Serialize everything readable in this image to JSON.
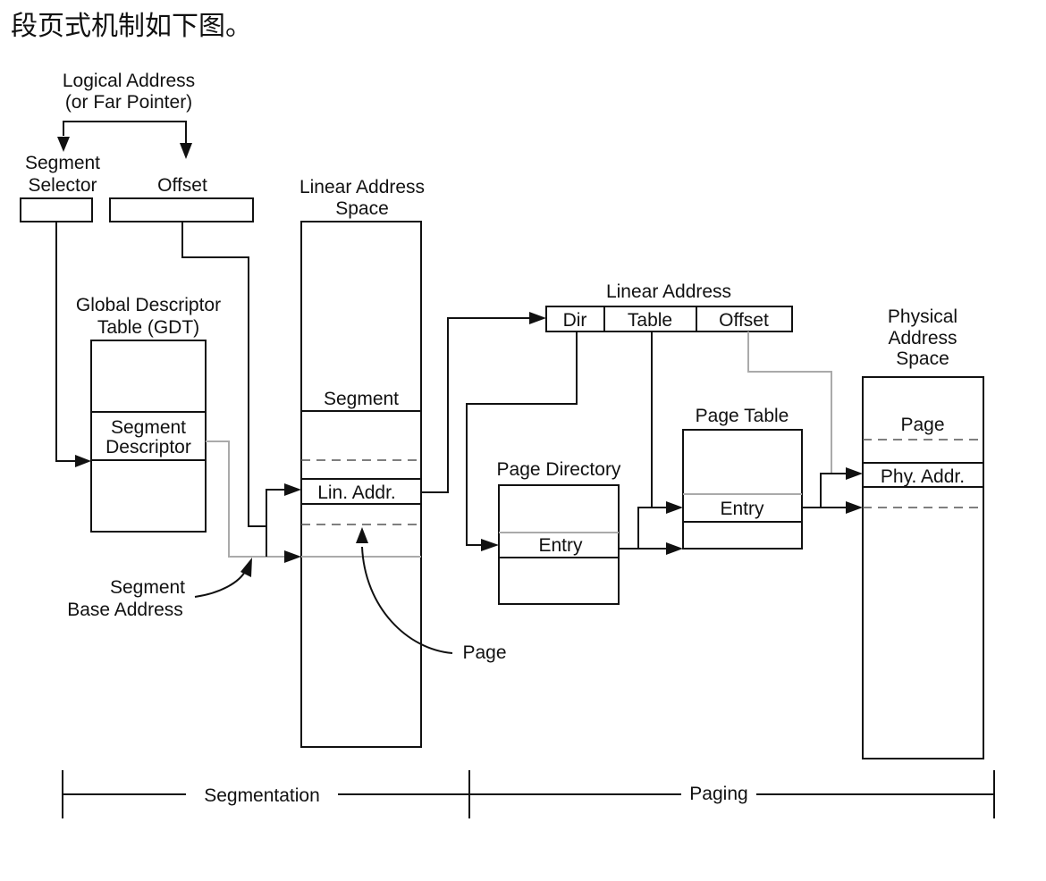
{
  "heading": "段页式机制如下图。",
  "labels": {
    "logical_address_1": "Logical Address",
    "logical_address_2": "(or Far Pointer)",
    "segment_selector_1": "Segment",
    "segment_selector_2": "Selector",
    "offset": "Offset",
    "linear_address_space_1": "Linear Address",
    "linear_address_space_2": "Space",
    "gdt_1": "Global Descriptor",
    "gdt_2": "Table (GDT)",
    "segment_descriptor_1": "Segment",
    "segment_descriptor_2": "Descriptor",
    "segment": "Segment",
    "lin_addr": "Lin. Addr.",
    "segment_base_1": "Segment",
    "segment_base_2": "Base Address",
    "page_linear": "Page",
    "linear_address": "Linear Address",
    "dir": "Dir",
    "table": "Table",
    "la_offset": "Offset",
    "page_directory": "Page Directory",
    "pd_entry": "Entry",
    "page_table": "Page Table",
    "pt_entry": "Entry",
    "physical_1": "Physical",
    "physical_2": "Address",
    "physical_3": "Space",
    "page_physical": "Page",
    "phy_addr": "Phy. Addr.",
    "segmentation": "Segmentation",
    "paging": "Paging"
  }
}
